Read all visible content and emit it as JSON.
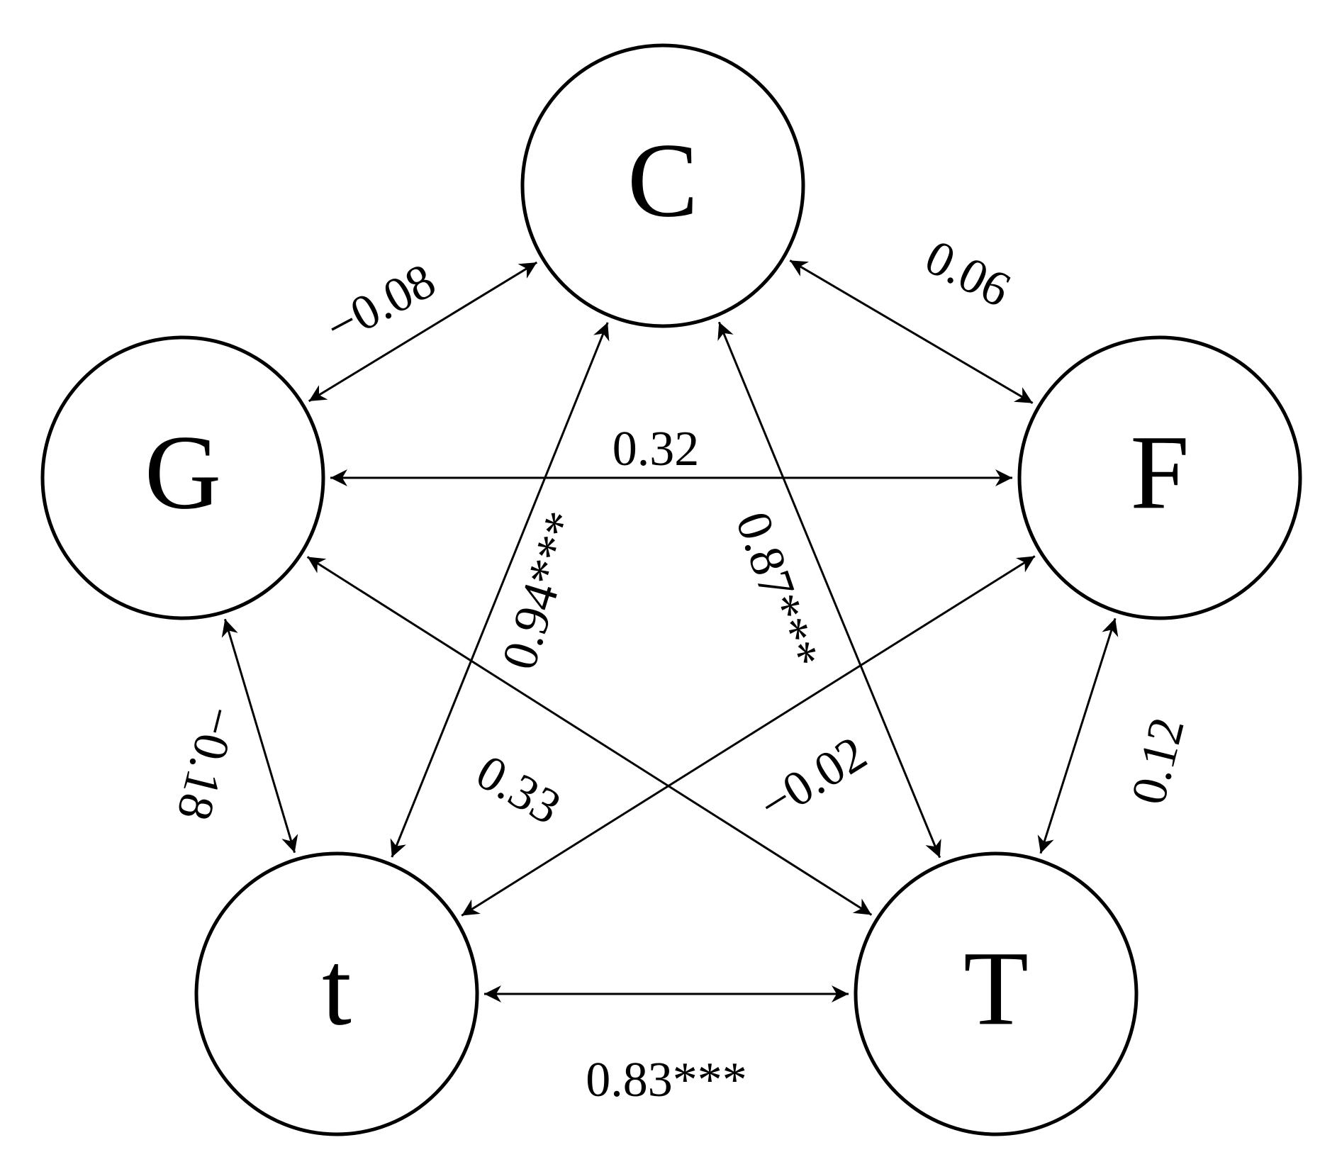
{
  "diagram": {
    "nodes": [
      {
        "id": "C",
        "label": "C"
      },
      {
        "id": "G",
        "label": "G"
      },
      {
        "id": "F",
        "label": "F"
      },
      {
        "id": "t",
        "label": "t"
      },
      {
        "id": "T",
        "label": "T"
      }
    ],
    "edges": [
      {
        "from": "G",
        "to": "C",
        "label": "−0.08"
      },
      {
        "from": "C",
        "to": "F",
        "label": "0.06"
      },
      {
        "from": "G",
        "to": "F",
        "label": "0.32"
      },
      {
        "from": "C",
        "to": "t",
        "label": "0.94***"
      },
      {
        "from": "C",
        "to": "T",
        "label": "0.87***"
      },
      {
        "from": "G",
        "to": "t",
        "label": "−0.18"
      },
      {
        "from": "G",
        "to": "T",
        "label": "0.33"
      },
      {
        "from": "F",
        "to": "t",
        "label": "−0.02"
      },
      {
        "from": "F",
        "to": "T",
        "label": "0.12"
      },
      {
        "from": "t",
        "to": "T",
        "label": "0.83***"
      }
    ],
    "colors": {
      "stroke": "#000000",
      "background": "#ffffff"
    }
  }
}
